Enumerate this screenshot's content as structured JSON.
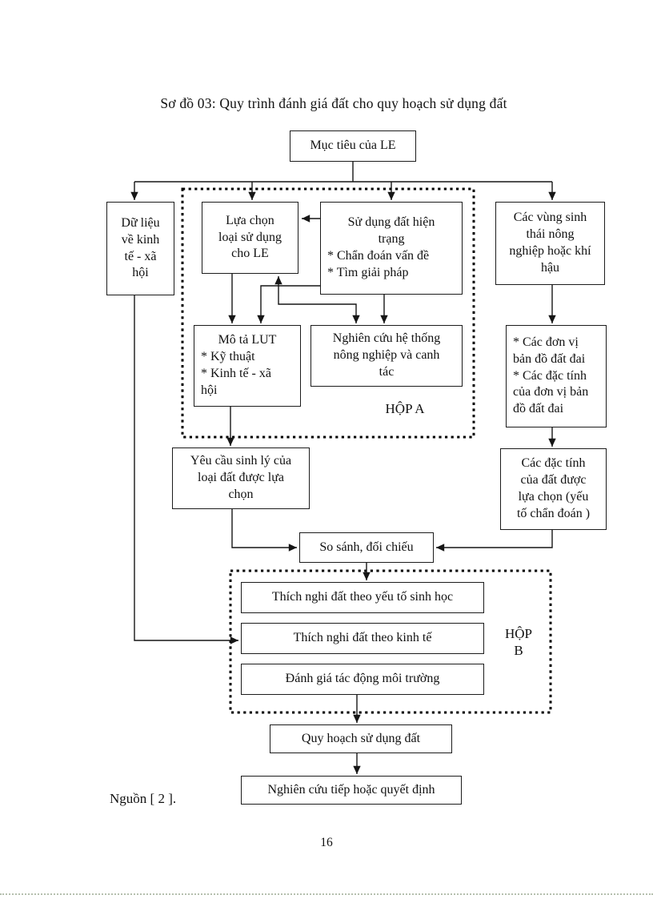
{
  "page": {
    "title": "Sơ đồ 03: Quy trình đánh giá đất cho quy hoạch sử dụng đất",
    "source_note": "Nguồn [ 2 ].",
    "page_number": "16"
  },
  "groups": {
    "hop_a": {
      "label": "HỘP A"
    },
    "hop_b": {
      "label_lines": [
        "HỘP",
        "B"
      ]
    }
  },
  "nodes": {
    "muc_tieu": {
      "label": "Mục tiêu của LE"
    },
    "du_lieu": {
      "lines": [
        "Dữ liệu",
        "về kinh",
        "tế - xã",
        "hội"
      ]
    },
    "lua_chon": {
      "lines": [
        "Lựa chọn",
        "loại sử dụng",
        "cho LE"
      ]
    },
    "su_dung": {
      "title_lines": [
        "Sử dụng đất hiện",
        "trạng"
      ],
      "bullets": [
        "* Chẩn đoán vấn đề",
        "* Tìm giải pháp"
      ]
    },
    "cac_vung": {
      "lines": [
        "Các vùng sinh",
        "thái nông",
        "nghiệp hoặc khí",
        "hậu"
      ]
    },
    "mo_ta": {
      "title": "Mô tả LUT",
      "bullets": [
        "* Kỹ thuật",
        "* Kinh tế - xã",
        "hội"
      ]
    },
    "nghien_cuu_he_thong": {
      "lines": [
        "Nghiên cứu hệ thống",
        "nông nghiệp và canh",
        "tác"
      ]
    },
    "don_vi_ban_do": {
      "lines": [
        "* Các đơn vị",
        "bản đồ đất đai",
        "* Các đặc tính",
        "của đơn vị bản",
        "đồ đất đai"
      ]
    },
    "yeu_cau_sinh_ly": {
      "lines": [
        "Yêu cầu sinh lý của",
        "loại đất được lựa",
        "chọn"
      ]
    },
    "dac_tinh_dat": {
      "lines": [
        "Các đặc tính",
        "của đất được",
        "lựa chọn (yếu",
        "tố chẩn đoán )"
      ]
    },
    "so_sanh": {
      "label": "So sánh, đối chiếu"
    },
    "thich_nghi_sinh_hoc": {
      "label": "Thích nghi đất theo yếu tố sinh học"
    },
    "thich_nghi_kinh_te": {
      "label": "Thích nghi đất theo kinh tế"
    },
    "danh_gia_moi_truong": {
      "label": "Đánh giá tác động môi trường"
    },
    "quy_hoach": {
      "label": "Quy hoạch sử dụng đất"
    },
    "nghien_cuu_tiep": {
      "label": "Nghiên cứu tiếp hoặc quyết định"
    }
  },
  "colors": {
    "line": "#161616",
    "box_border": "#1c1c1c",
    "background": "#ffffff"
  }
}
